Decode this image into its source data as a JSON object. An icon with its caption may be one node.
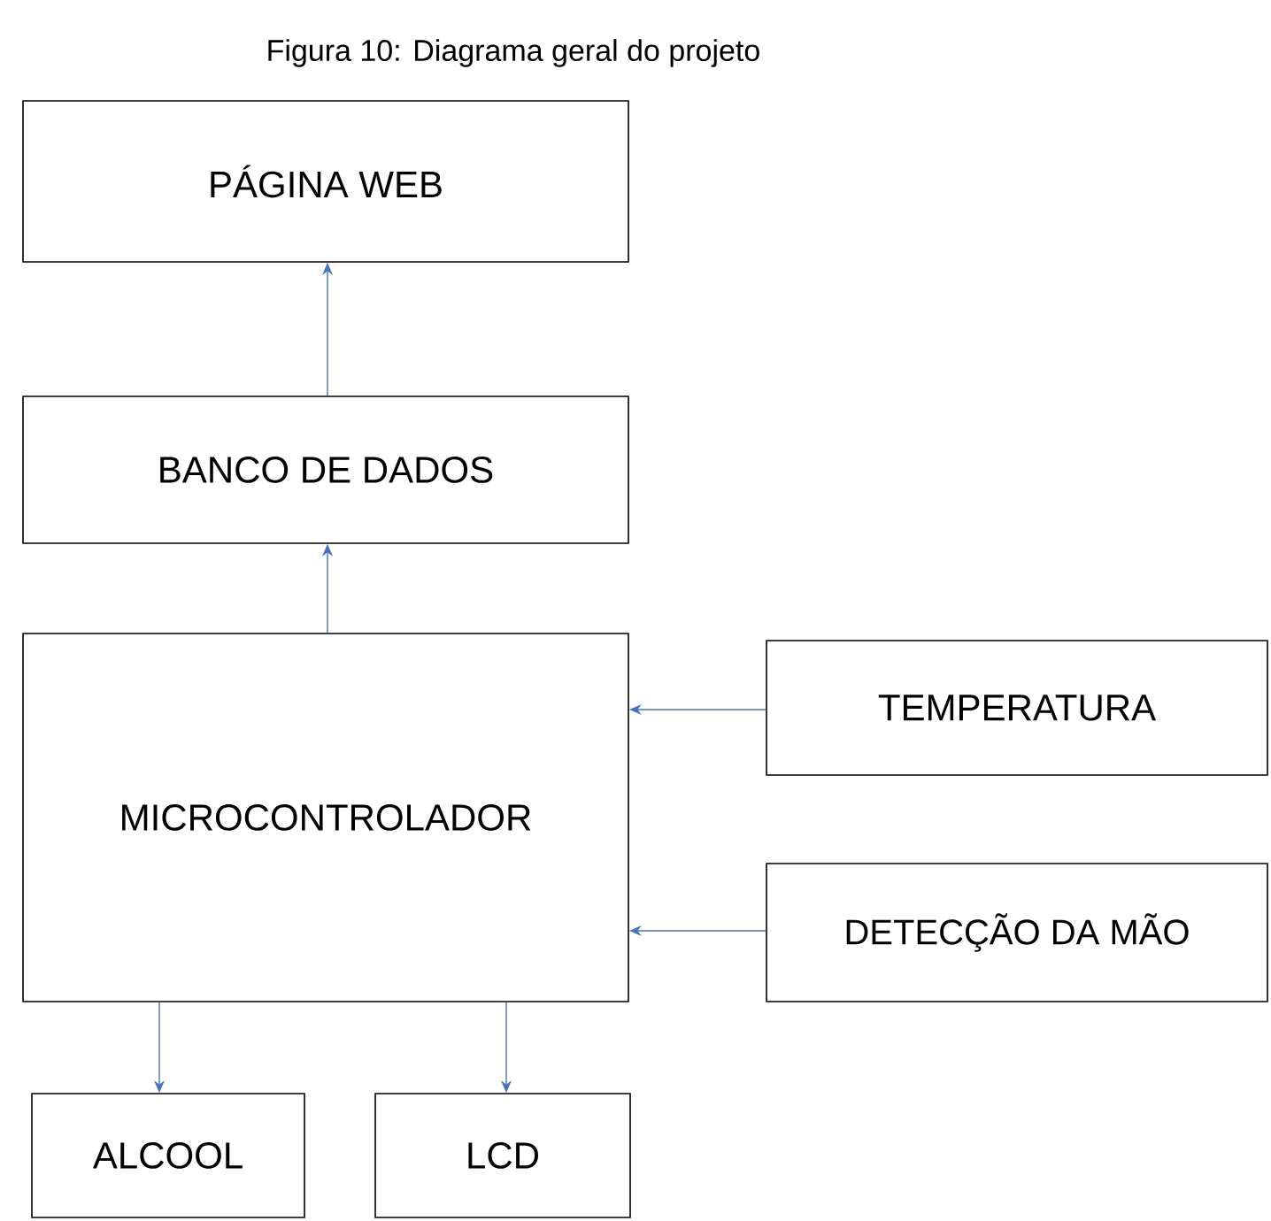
{
  "diagram": {
    "title": "Figura 10: Diagrama geral do projeto",
    "nodes": [
      {
        "text": [
          "PÁGINA WEB"
        ]
      },
      {
        "text": [
          "BANCO DE DADOS"
        ]
      },
      {
        "text": [
          "MICROCONTROLADOR"
        ]
      },
      {
        "text": [
          "TEMPERATURA"
        ]
      },
      {
        "text": [
          "DETECÇÃO DA MÃO"
        ]
      },
      {
        "text": [
          "ALCOOL"
        ]
      },
      {
        "text": [
          "LCD"
        ]
      }
    ],
    "edges": [
      {
        "from": 1,
        "to": 0,
        "arrow": "to"
      },
      {
        "from": 2,
        "to": 1,
        "arrow": "to"
      },
      {
        "from": 3,
        "to": 2,
        "arrow": "to"
      },
      {
        "from": 4,
        "to": 2,
        "arrow": "to"
      },
      {
        "from": 2,
        "to": 5,
        "arrow": "to"
      },
      {
        "from": 2,
        "to": 6,
        "arrow": "to"
      }
    ]
  }
}
